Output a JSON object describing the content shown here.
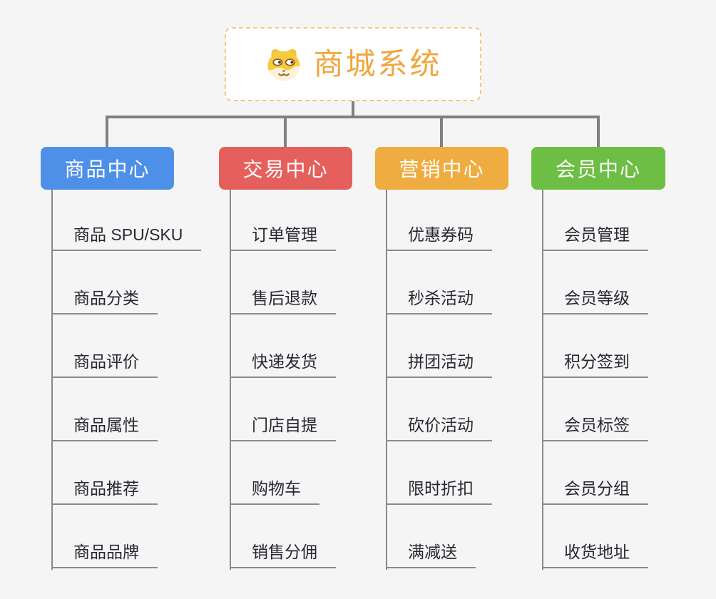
{
  "root": {
    "title": "商城系统",
    "icon": "dog-face-icon",
    "title_color": "#F0A63E",
    "border_color": "#F6C87F"
  },
  "branches": [
    {
      "label": "商品中心",
      "color": "#4E90E8",
      "children": [
        "商品 SPU/SKU",
        "商品分类",
        "商品评价",
        "商品属性",
        "商品推荐",
        "商品品牌"
      ]
    },
    {
      "label": "交易中心",
      "color": "#E5605C",
      "children": [
        "订单管理",
        "售后退款",
        "快递发货",
        "门店自提",
        "购物车",
        "销售分佣"
      ]
    },
    {
      "label": "营销中心",
      "color": "#EFAC40",
      "children": [
        "优惠券码",
        "秒杀活动",
        "拼团活动",
        "砍价活动",
        "限时折扣",
        "满减送"
      ]
    },
    {
      "label": "会员中心",
      "color": "#6DBE44",
      "children": [
        "会员管理",
        "会员等级",
        "积分签到",
        "会员标签",
        "会员分组",
        "收货地址"
      ]
    }
  ],
  "connector_color": "#808080",
  "background_color": "#F5F5F5",
  "leaf_text_color": "#262930"
}
